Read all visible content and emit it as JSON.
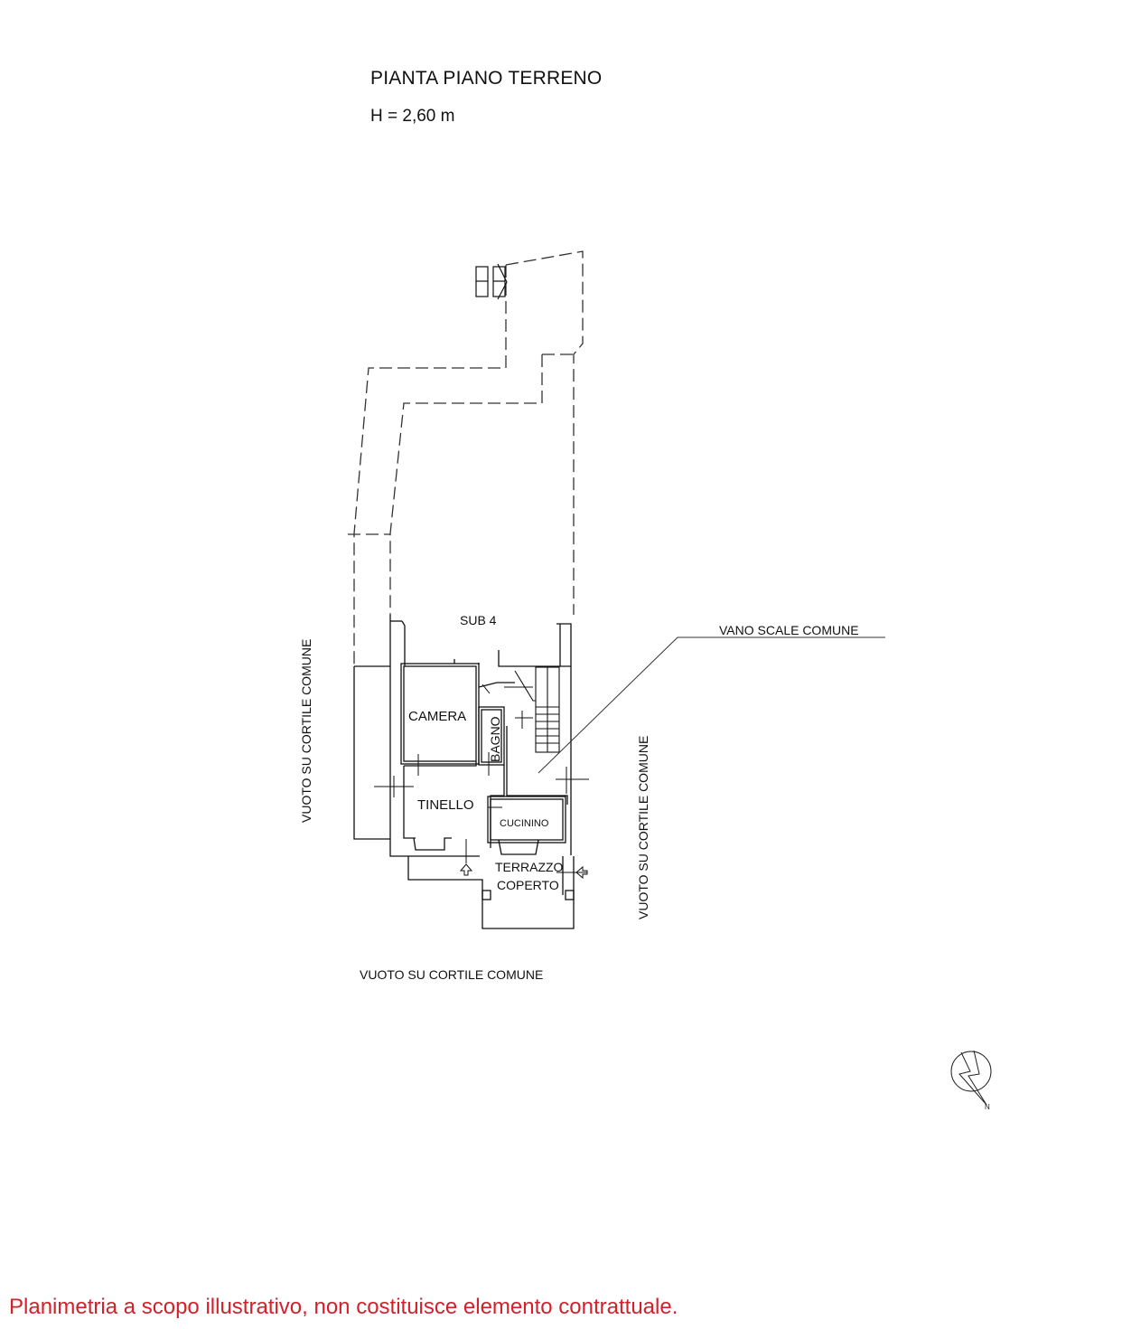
{
  "header": {
    "title": "PIANTA PIANO TERRENO",
    "height_label": "H = 2,60 m"
  },
  "plan": {
    "rooms": [
      {
        "id": "camera",
        "label": "CAMERA"
      },
      {
        "id": "bagno",
        "label": "BAGNO"
      },
      {
        "id": "tinello",
        "label": "TINELLO"
      },
      {
        "id": "cucinino",
        "label": "CUCININO"
      },
      {
        "id": "terrazzo",
        "label_line1": "TERRAZZO",
        "label_line2": "COPERTO"
      }
    ],
    "areas": {
      "sub4": "SUB 4",
      "stairwell_callout": "VANO SCALE COMUNE",
      "void_left": "VUOTO SU CORTILE COMUNE",
      "void_right": "VUOTO SU CORTILE COMUNE",
      "void_bottom": "VUOTO SU CORTILE COMUNE"
    },
    "north_arrow": {
      "icon": "north-arrow-icon",
      "label": "N"
    },
    "colors": {
      "line": "#111111",
      "dashed": "#333333",
      "disclaimer": "#d4202a"
    }
  },
  "footer": {
    "disclaimer": "Planimetria a scopo illustrativo, non costituisce elemento contrattuale."
  }
}
